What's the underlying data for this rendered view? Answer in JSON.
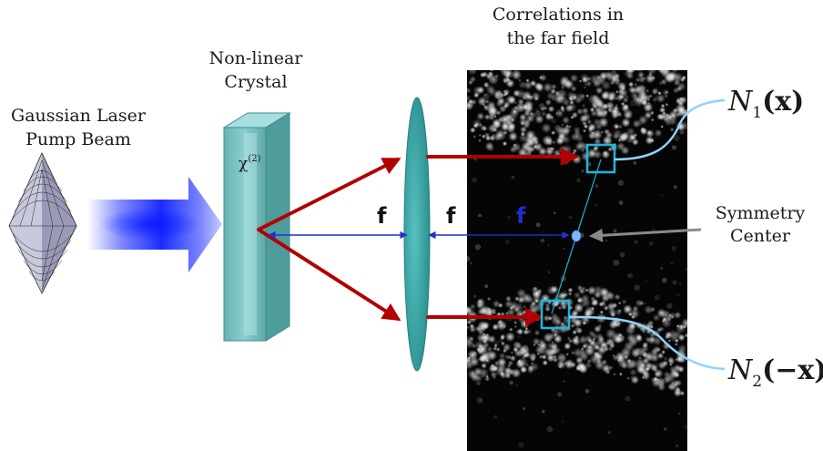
{
  "labels": {
    "pump_line1": "Gaussian Laser",
    "pump_line2": "Pump Beam",
    "crystal_line1": "Non-linear",
    "crystal_line2": "Crystal",
    "chi_symbol": "χ",
    "chi_order": "(2)",
    "far_field_line1": "Correlations in",
    "far_field_line2": "the far field",
    "focal_f1": "f",
    "focal_f2": "f",
    "focal_f3": "f",
    "symmetry_line1": "Symmetry",
    "symmetry_line2": "Center",
    "n1_main": "N",
    "n1_sub": "1",
    "n1_arg": "(x)",
    "n2_main": "N",
    "n2_sub": "2",
    "n2_arg": "(−x)"
  },
  "colors": {
    "pump_arrow": "#1a2cff",
    "crystal": "#6fbcbc",
    "lens": "#3aa6a6",
    "beam": "#b30000",
    "focal_arrow": "#1f2fcf",
    "detector_box": "#19b8e0",
    "correlation_line": "#8fd3ff",
    "pointer_arrow": "#8a8a8a"
  }
}
